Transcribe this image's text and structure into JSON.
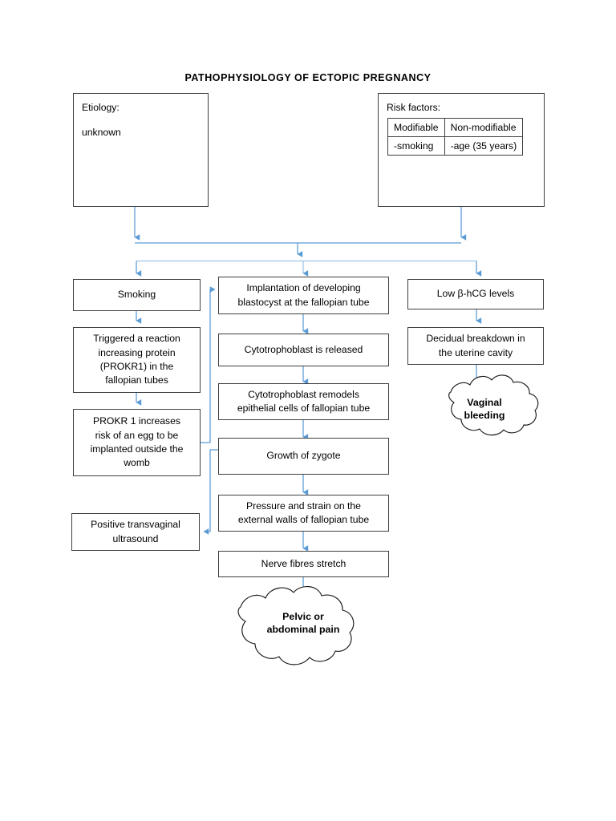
{
  "page": {
    "title": "PATHOPHYSIOLOGY OF ECTOPIC PREGNANCY",
    "background_color": "#ffffff",
    "box_border_color": "#3f3f3f",
    "connector_color": "#5b9bd5",
    "text_color": "#000000"
  },
  "top": {
    "etiology": {
      "label": "Etiology:",
      "value": "unknown"
    },
    "risk_factors": {
      "label": "Risk factors:",
      "table": {
        "headers": [
          "Modifiable",
          "Non-modifiable"
        ],
        "rows": [
          [
            "-smoking",
            "-age (35 years)"
          ]
        ]
      }
    }
  },
  "columns": {
    "left": {
      "name": "smoking-pathway",
      "nodes": [
        {
          "id": "smoking",
          "lines": [
            "Smoking"
          ]
        },
        {
          "id": "triggered-reaction",
          "lines": [
            "Triggered a reaction",
            "increasing protein",
            "(PROKR1) in the",
            "fallopian tubes"
          ]
        },
        {
          "id": "prokr1-risk",
          "lines": [
            "PROKR 1 increases",
            "risk of an egg to be",
            "implanted outside the",
            "womb"
          ]
        },
        {
          "id": "positive-ultrasound",
          "lines": [
            "Positive transvaginal",
            "ultrasound"
          ]
        }
      ]
    },
    "center": {
      "name": "implantation-pathway",
      "nodes": [
        {
          "id": "implantation",
          "lines": [
            "Implantation of developing",
            "blastocyst at the fallopian tube"
          ]
        },
        {
          "id": "cytotrophoblast-released",
          "lines": [
            "Cytotrophoblast is released"
          ]
        },
        {
          "id": "cytotrophoblast-remodels",
          "lines": [
            "Cytotrophoblast remodels",
            "epithelial cells of fallopian tube"
          ]
        },
        {
          "id": "growth-zygote",
          "lines": [
            "Growth of zygote"
          ]
        },
        {
          "id": "pressure-strain",
          "lines": [
            "Pressure and strain on the",
            "external walls of fallopian tube"
          ]
        },
        {
          "id": "nerve-fibres",
          "lines": [
            "Nerve fibres stretch"
          ]
        }
      ],
      "outcome": {
        "id": "pelvic-pain",
        "lines": [
          "Pelvic or",
          "abdominal pain"
        ]
      }
    },
    "right": {
      "name": "hcg-pathway",
      "nodes": [
        {
          "id": "low-hcg",
          "lines": [
            "Low β-hCG levels"
          ]
        },
        {
          "id": "decidual-breakdown",
          "lines": [
            "Decidual breakdown in",
            "the uterine cavity"
          ]
        }
      ],
      "outcome": {
        "id": "vaginal-bleeding",
        "lines": [
          "Vaginal",
          "bleeding"
        ]
      }
    }
  }
}
